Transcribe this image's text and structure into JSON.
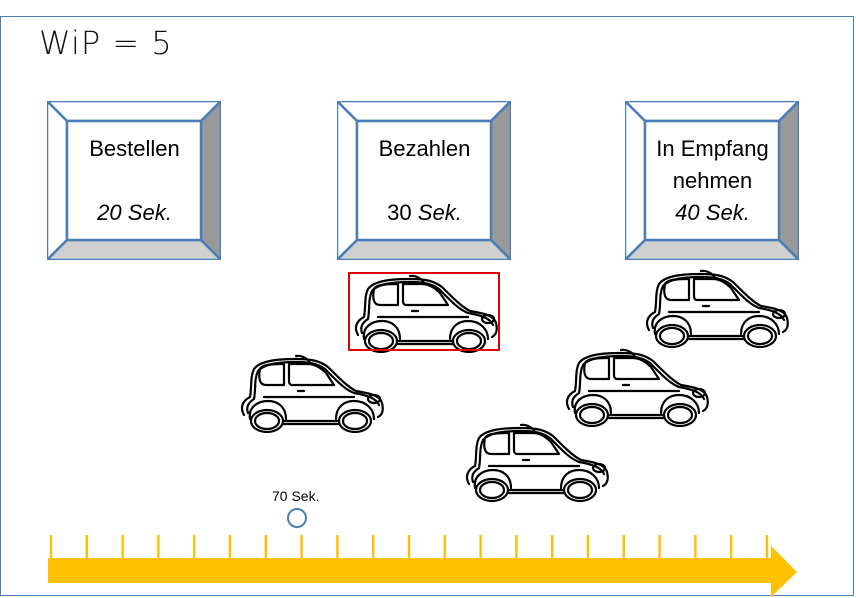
{
  "header": {
    "title": "WiP = 5"
  },
  "stations": [
    {
      "name_lines": [
        "Bestellen"
      ],
      "time_number": "20",
      "time_unit": "Sek.",
      "number_italic": true
    },
    {
      "name_lines": [
        "Bezahlen"
      ],
      "time_number": "30",
      "time_unit": "Sek.",
      "number_italic": false
    },
    {
      "name_lines": [
        "In Empfang",
        "nehmen"
      ],
      "time_number": "40",
      "time_unit": "Sek.",
      "number_italic": true
    }
  ],
  "cars": {
    "count": 5,
    "highlighted_index": 0
  },
  "timeline": {
    "tick_count": 21,
    "marker_label": "70 Sek.",
    "marker_tick_index": 7
  },
  "colors": {
    "frame": "#4a7ebb",
    "bevel_dark": "#999999",
    "bevel_light": "#d0d0d0",
    "highlight": "#e00000",
    "timeline": "#ffc000"
  }
}
